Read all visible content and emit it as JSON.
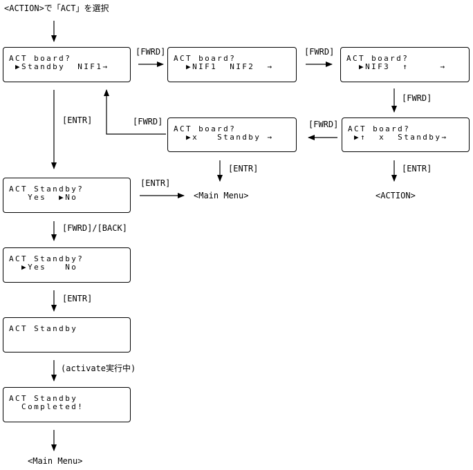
{
  "header_label": "<ACTION>で「ACT」を選択",
  "screens": {
    "s1": {
      "line1": "ACT board?",
      "line2": " ▶Standby  NIF1→"
    },
    "s2": {
      "line1": "ACT board?",
      "line2": "  ▶NIF1  NIF2  →"
    },
    "s3": {
      "line1": "ACT board?",
      "line2": "  ▶NIF3  ↑     →"
    },
    "s4": {
      "line1": "ACT board?",
      "line2": "  ▶x   Standby →"
    },
    "s5": {
      "line1": "ACT board?",
      "line2": " ▶↑  x  Standby→"
    },
    "s6": {
      "line1": "ACT Standby?",
      "line2": "   Yes  ▶No"
    },
    "s7": {
      "line1": "ACT Standby?",
      "line2": "  ▶Yes   No"
    },
    "s8": {
      "line1": "ACT Standby",
      "line2": ""
    },
    "s9": {
      "line1": "ACT Standby",
      "line2": "  Completed!"
    }
  },
  "labels": {
    "fwrd_1": "[FWRD]",
    "fwrd_2": "[FWRD]",
    "fwrd_3": "[FWRD]",
    "fwrd_4": "[FWRD]",
    "fwrd_5": "[FWRD]",
    "entr_1": "[ENTR]",
    "entr_2": "[ENTR]",
    "entr_3": "[ENTR]",
    "entr_4": "[ENTR]",
    "entr_5": "[ENTR]",
    "fwrd_back": "[FWRD]/[BACK]",
    "activate": "(activate実行中)"
  },
  "destinations": {
    "main_menu_1": "<Main Menu>",
    "action": "<ACTION>",
    "main_menu_2": "<Main Menu>"
  }
}
